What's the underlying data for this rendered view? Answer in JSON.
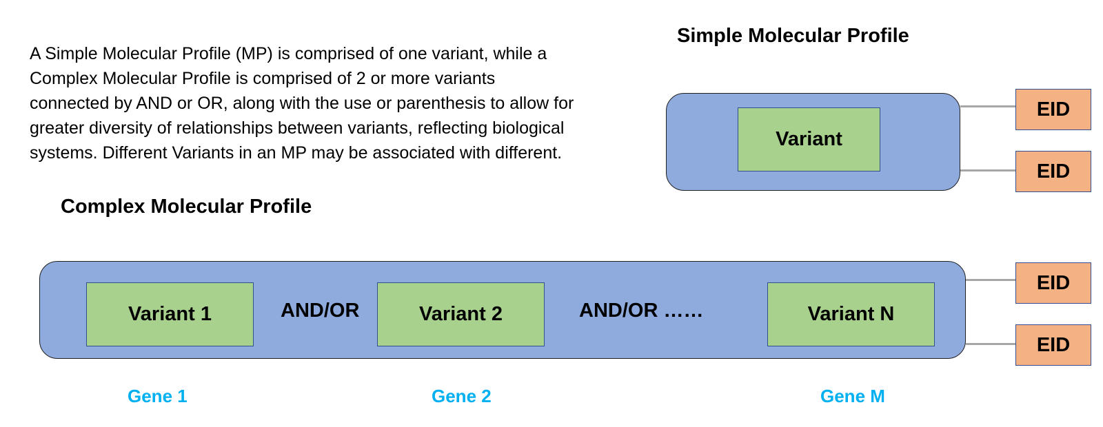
{
  "description": {
    "lines": [
      "A Simple Molecular Profile (MP) is comprised of one variant, while a",
      "Complex Molecular Profile is comprised of 2 or more variants",
      "connected by AND or OR, along with the use or parenthesis to allow for",
      "greater diversity of relationships between variants, reflecting biological",
      "systems. Different Variants in an MP may be associated with different."
    ]
  },
  "simple_profile": {
    "heading": "Simple Molecular Profile",
    "variant": "Variant",
    "eids": [
      "EID",
      "EID"
    ]
  },
  "complex_profile": {
    "heading": "Complex Molecular Profile",
    "variants": [
      "Variant 1",
      "Variant 2",
      "Variant N"
    ],
    "operators": [
      "AND/OR",
      "AND/OR ……"
    ],
    "genes": [
      "Gene 1",
      "Gene 2",
      "Gene M"
    ],
    "eids": [
      "EID",
      "EID"
    ]
  },
  "colors": {
    "profile_fill": "#8faadc",
    "variant_fill": "#a9d18e",
    "eid_fill": "#f4b183",
    "gene_text": "#00b0f0",
    "connector": "#a6a6a6"
  }
}
